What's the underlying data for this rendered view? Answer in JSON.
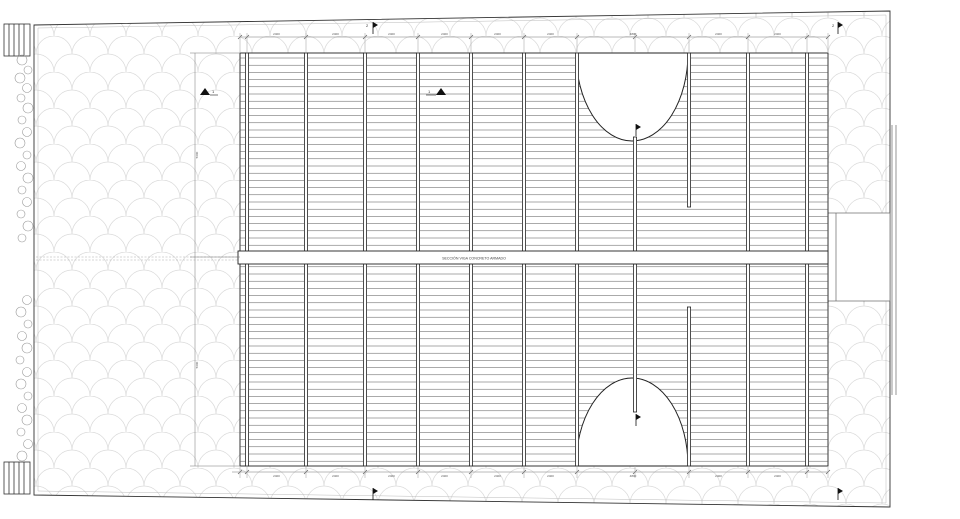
{
  "drawing": {
    "beam_label": "SECCIÓN VIGA CONCRETO ARMADO",
    "top_note": "",
    "section_tags": [
      "1",
      "1",
      "2",
      "2"
    ],
    "grid_bays_top": [
      "2400",
      "2400",
      "2400",
      "2400",
      "2400",
      "2400",
      "4800",
      "2400",
      "2400"
    ],
    "grid_bays_bottom": [
      "2400",
      "2400",
      "2400",
      "2400",
      "2400",
      "2400",
      "4800",
      "2400",
      "2400"
    ],
    "left_dims": [
      "5600",
      "5600"
    ]
  },
  "colors": {
    "line": "#222222",
    "light": "#c8c8c8",
    "hatch": "#d6d6d6"
  }
}
